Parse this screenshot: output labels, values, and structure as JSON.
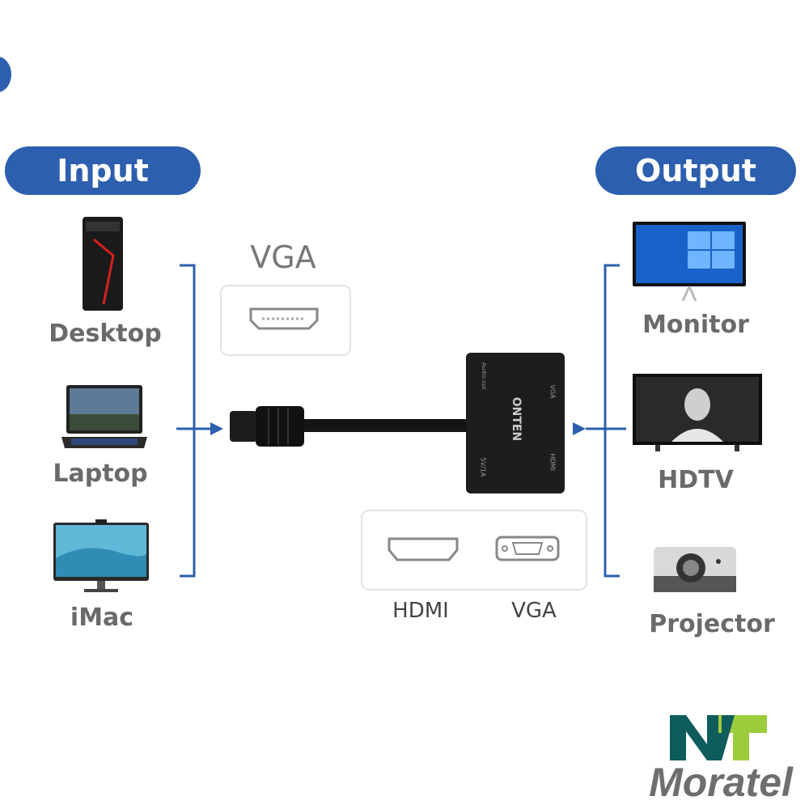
{
  "input_header": "Input",
  "output_header": "Output",
  "inputs": [
    {
      "label": "Desktop",
      "icon": "desktop-tower-icon"
    },
    {
      "label": "Laptop",
      "icon": "laptop-icon"
    },
    {
      "label": "iMac",
      "icon": "imac-icon"
    }
  ],
  "outputs": [
    {
      "label": "Monitor",
      "icon": "monitor-icon"
    },
    {
      "label": "HDTV",
      "icon": "hdtv-icon"
    },
    {
      "label": "Projector",
      "icon": "projector-icon"
    }
  ],
  "input_port_label": "VGA",
  "adapter": {
    "brand": "ONTEN",
    "port_labels": [
      "Audio out",
      "VGA",
      "5V/1A",
      "HDMI"
    ]
  },
  "output_ports": [
    {
      "label": "HDMI"
    },
    {
      "label": "VGA"
    }
  ],
  "logo": {
    "name": "Moratel",
    "colors": {
      "dark": "#0e5c5c",
      "light": "#9ccc3c",
      "text": "#6d6e70"
    }
  },
  "accent_color": "#2c5fae"
}
